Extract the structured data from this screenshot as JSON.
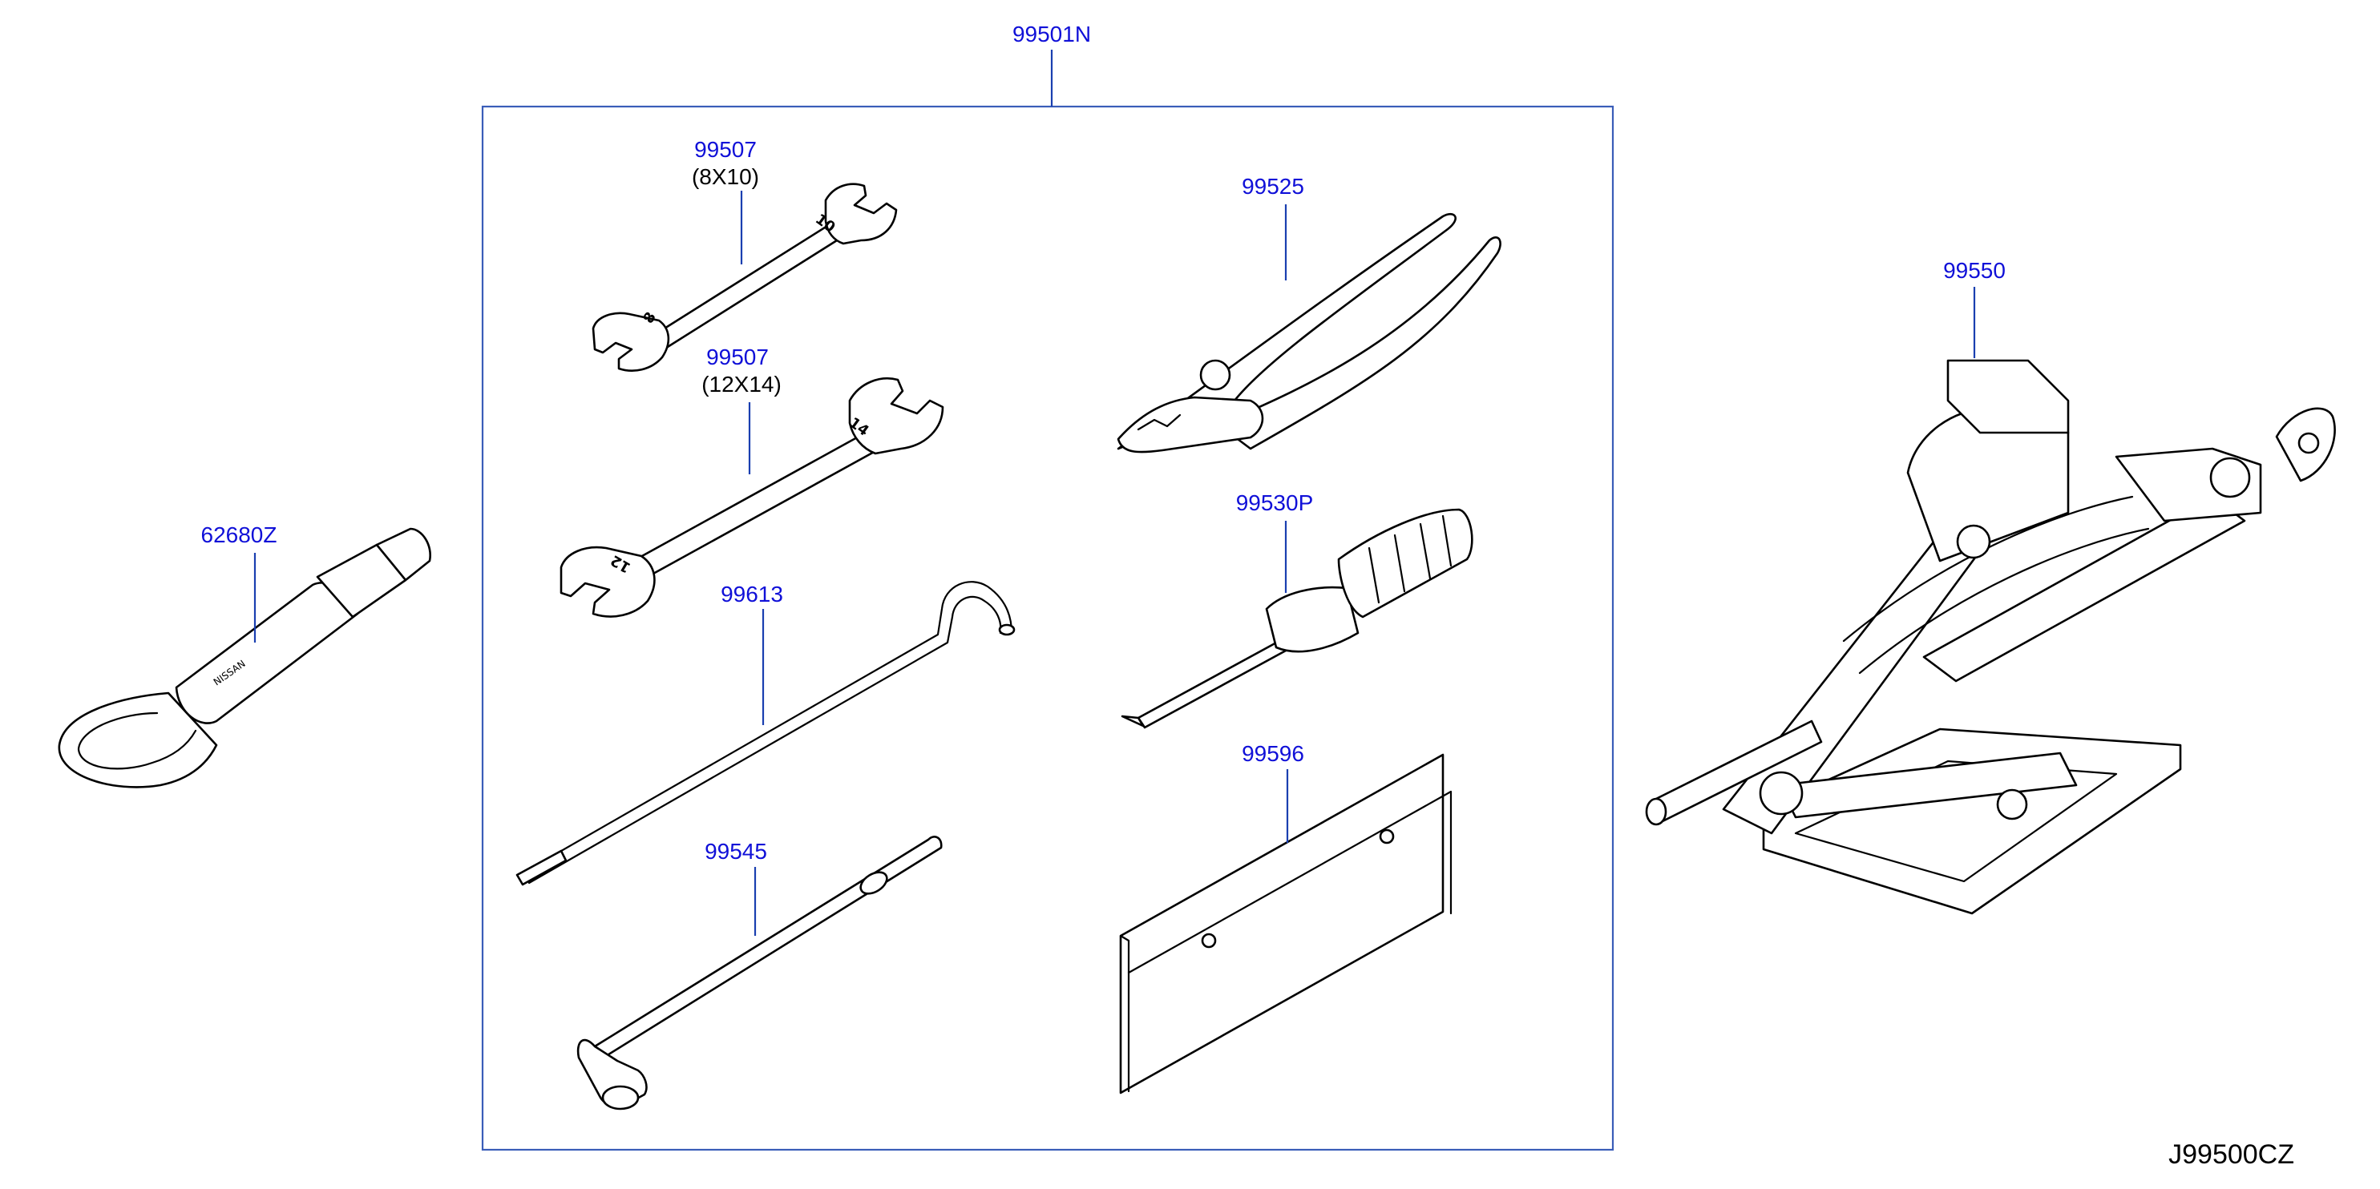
{
  "kit": {
    "part_number": "99501N"
  },
  "parts": {
    "wrench_small": {
      "part_number": "99507",
      "size": "(8X10)",
      "mark_a": "8",
      "mark_b": "10"
    },
    "wrench_large": {
      "part_number": "99507",
      "size": "(12X14)",
      "mark_a": "12",
      "mark_b": "14"
    },
    "pliers": {
      "part_number": "99525"
    },
    "screwdriver": {
      "part_number": "99530P"
    },
    "hook_rod": {
      "part_number": "99613"
    },
    "tool_bag": {
      "part_number": "99596"
    },
    "wheel_wrench": {
      "part_number": "99545"
    },
    "tow_hook": {
      "part_number": "62680Z",
      "mark": "NISSAN"
    },
    "jack": {
      "part_number": "99550"
    }
  },
  "illustration_code": "J99500CZ"
}
